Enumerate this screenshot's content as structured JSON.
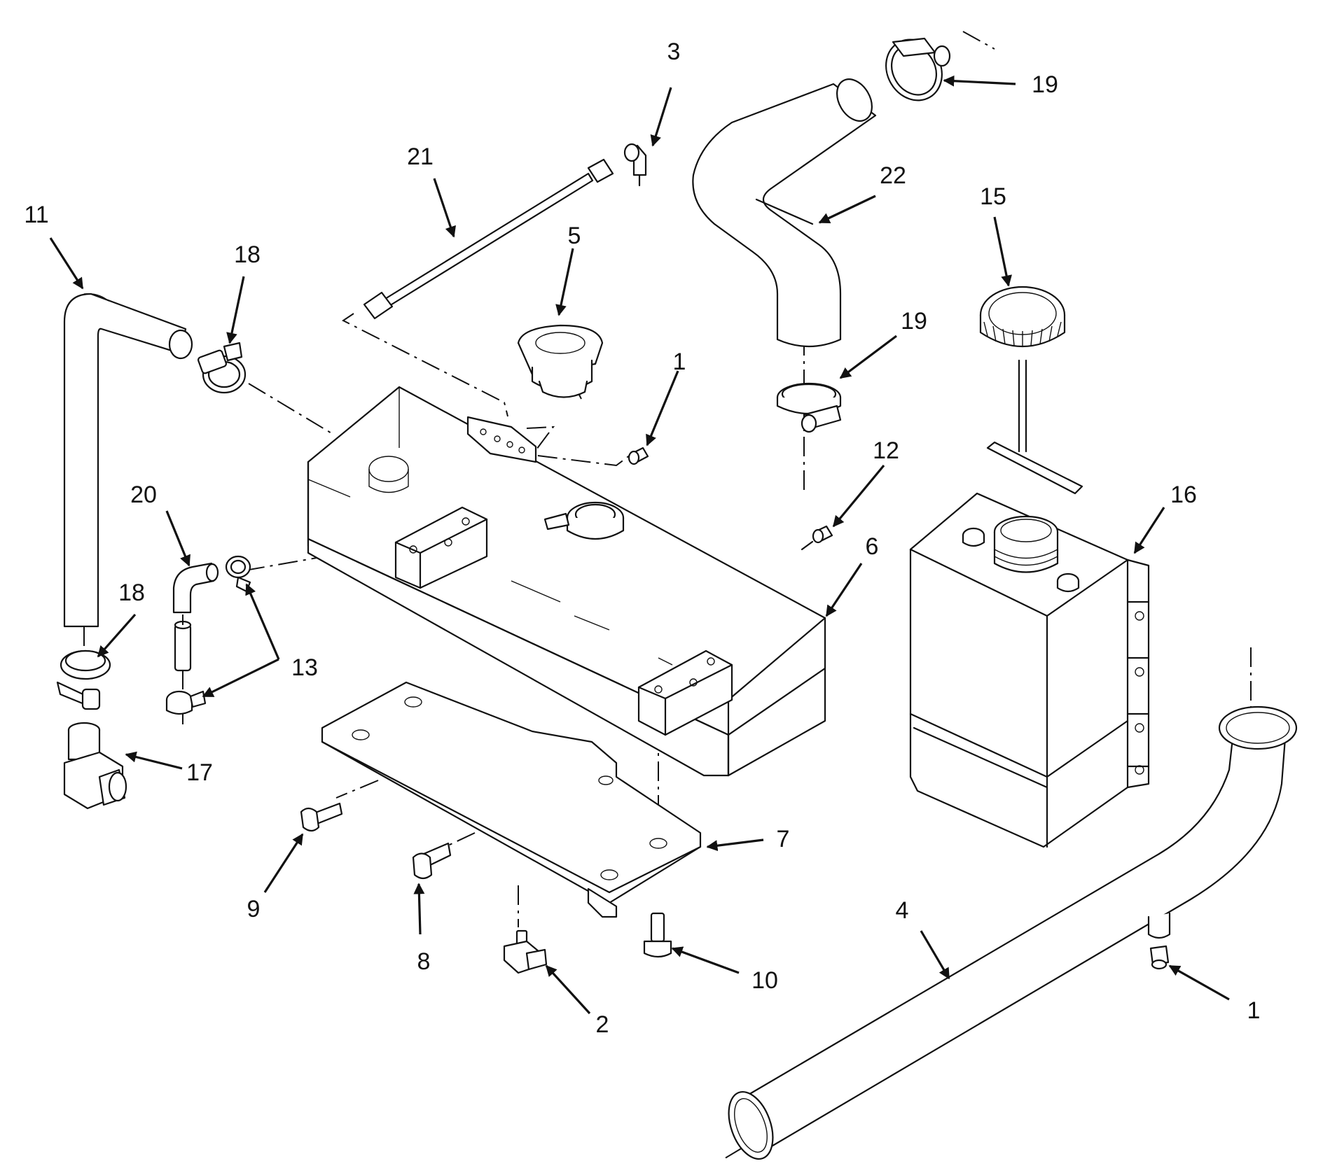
{
  "diagram": {
    "callouts": [
      {
        "id": "c-1a",
        "label": "1"
      },
      {
        "id": "c-1b",
        "label": "1"
      },
      {
        "id": "c-2",
        "label": "2"
      },
      {
        "id": "c-3",
        "label": "3"
      },
      {
        "id": "c-4",
        "label": "4"
      },
      {
        "id": "c-5",
        "label": "5"
      },
      {
        "id": "c-6",
        "label": "6"
      },
      {
        "id": "c-7",
        "label": "7"
      },
      {
        "id": "c-8",
        "label": "8"
      },
      {
        "id": "c-9",
        "label": "9"
      },
      {
        "id": "c-10",
        "label": "10"
      },
      {
        "id": "c-11",
        "label": "11"
      },
      {
        "id": "c-12",
        "label": "12"
      },
      {
        "id": "c-13",
        "label": "13"
      },
      {
        "id": "c-15",
        "label": "15"
      },
      {
        "id": "c-16",
        "label": "16"
      },
      {
        "id": "c-17",
        "label": "17"
      },
      {
        "id": "c-18a",
        "label": "18"
      },
      {
        "id": "c-18b",
        "label": "18"
      },
      {
        "id": "c-19a",
        "label": "19"
      },
      {
        "id": "c-19b",
        "label": "19"
      },
      {
        "id": "c-20",
        "label": "20"
      },
      {
        "id": "c-21",
        "label": "21"
      },
      {
        "id": "c-22",
        "label": "22"
      }
    ]
  }
}
